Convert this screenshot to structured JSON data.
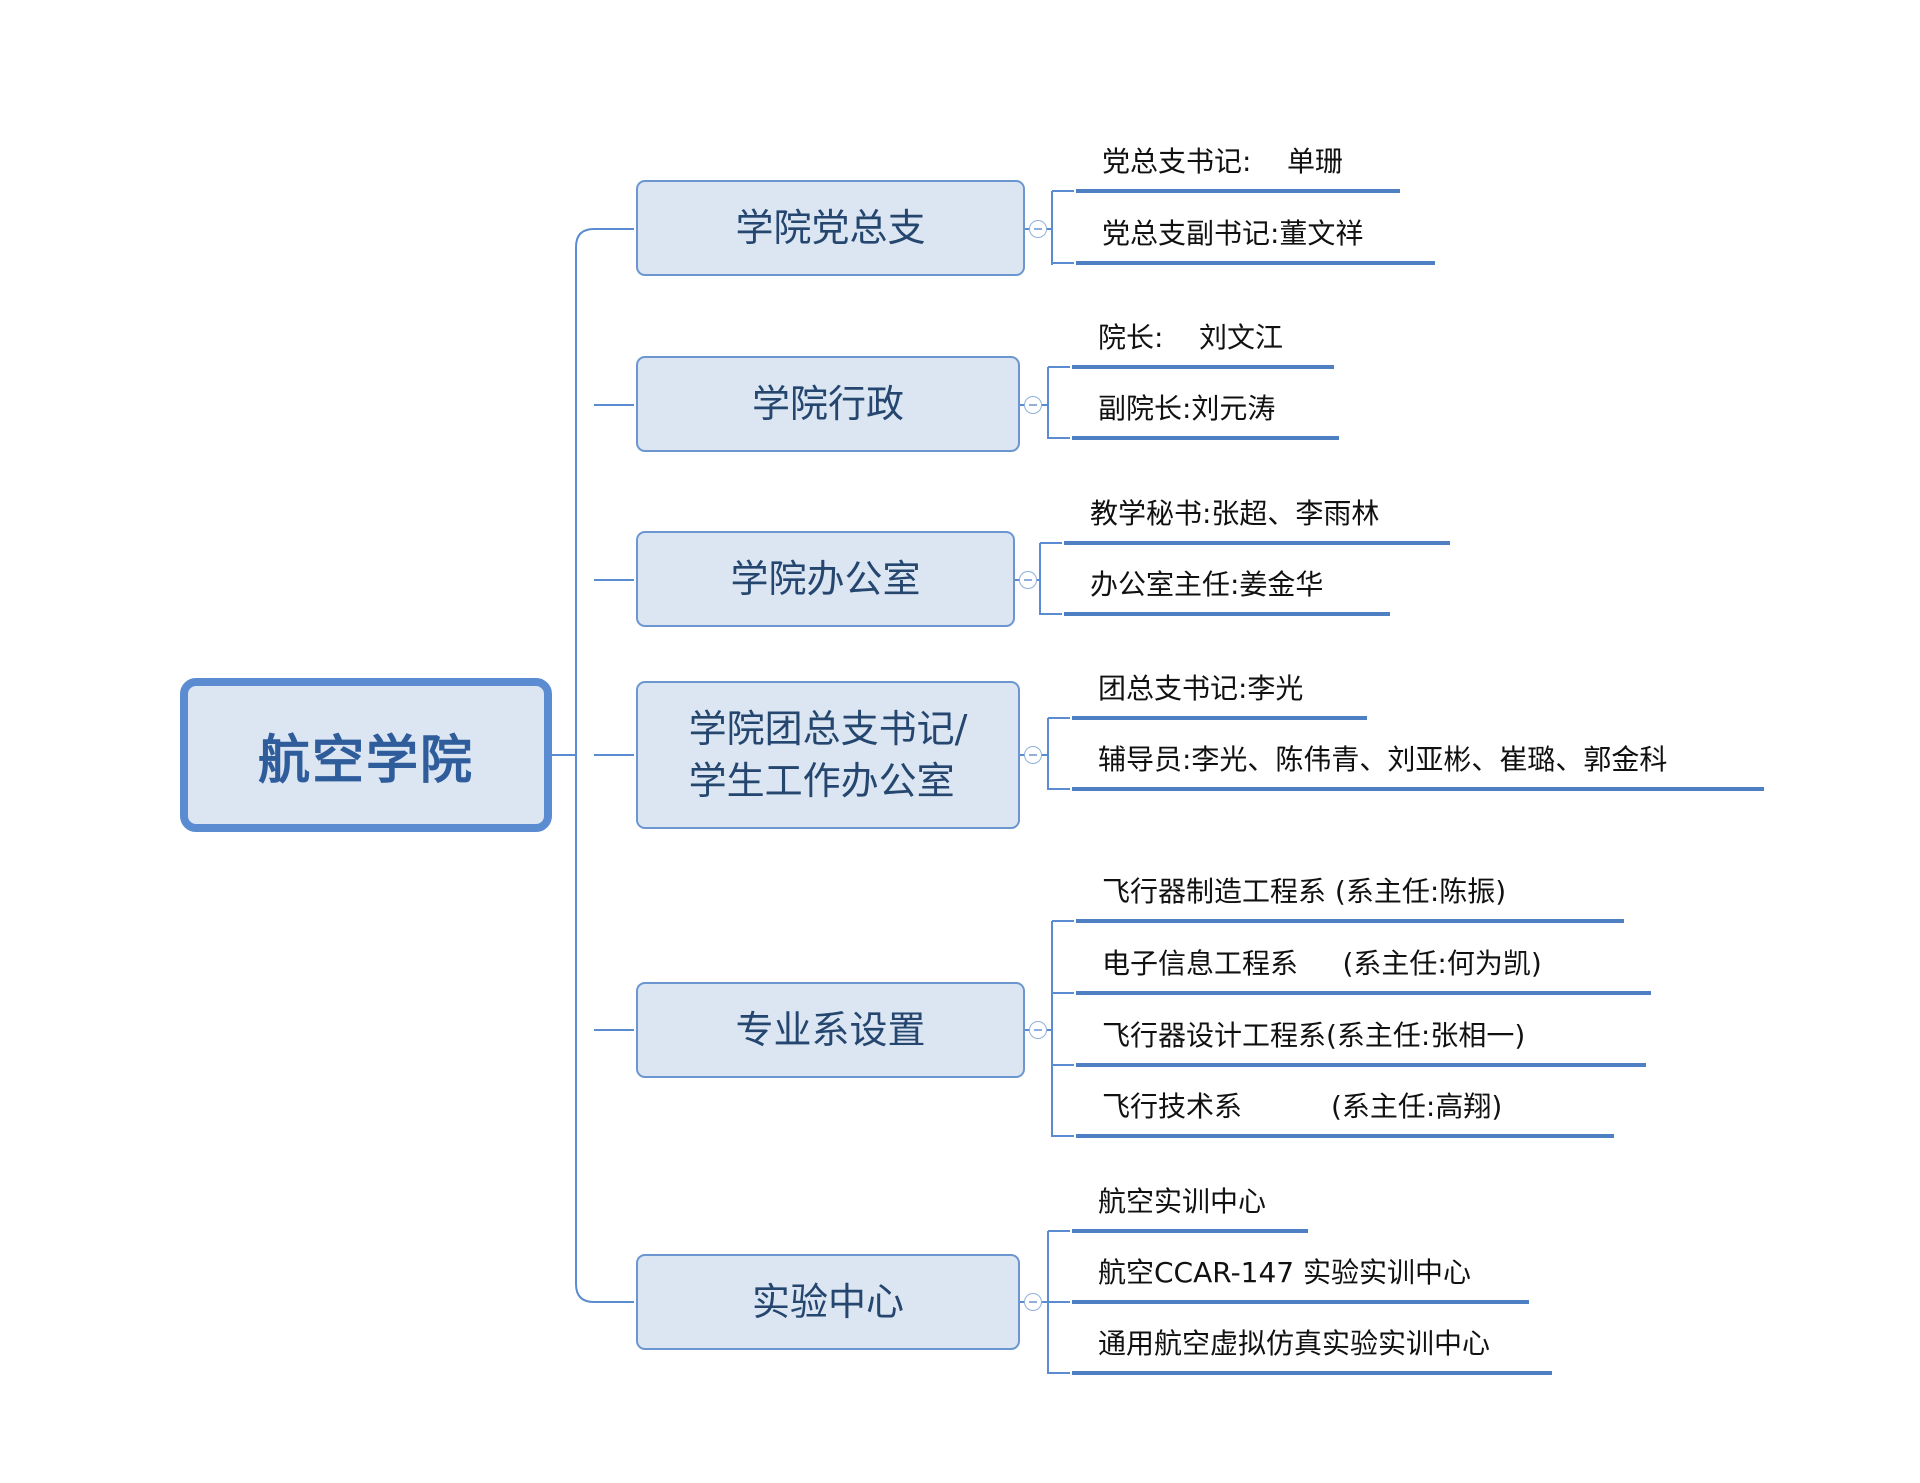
{
  "root": {
    "label": "航空学院"
  },
  "branches": [
    {
      "label": "学院党总支",
      "items": [
        "党总支书记:    单珊",
        "党总支副书记:董文祥"
      ]
    },
    {
      "label": "学院行政",
      "items": [
        "院长:    刘文江",
        "副院长:刘元涛"
      ]
    },
    {
      "label": "学院办公室",
      "items": [
        "教学秘书:张超、李雨林",
        "办公室主任:姜金华"
      ]
    },
    {
      "label_lines": [
        "学院团总支书记/",
        "学生工作办公室"
      ],
      "items": [
        "团总支书记:李光",
        "辅导员:李光、陈伟青、刘亚彬、崔璐、郭金科"
      ]
    },
    {
      "label": "专业系设置",
      "items": [
        "飞行器制造工程系 (系主任:陈振)",
        "电子信息工程系     (系主任:何为凯)",
        "飞行器设计工程系(系主任:张相一)",
        "飞行技术系          (系主任:高翔)"
      ]
    },
    {
      "label": "实验中心",
      "items": [
        "航空实训中心",
        "航空CCAR-147 实验实训中心",
        "通用航空虚拟仿真实验实训中心"
      ]
    }
  ],
  "colors": {
    "node_fill": "#dce6f2",
    "root_border": "#5b8bd0",
    "branch_border": "#6b96cf",
    "connector": "#5b8bd0",
    "underline": "#4e7fc3",
    "root_text": "#2f5d9c",
    "branch_text": "#24466f"
  }
}
